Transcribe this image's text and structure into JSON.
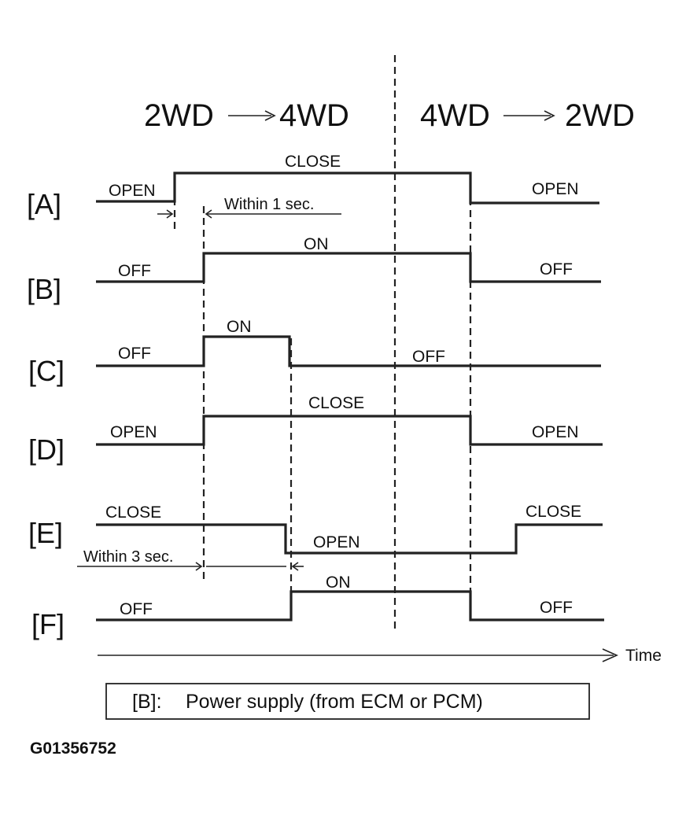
{
  "headings": {
    "left_from": "2WD",
    "left_to": "4WD",
    "right_from": "4WD",
    "right_to": "2WD"
  },
  "rows": {
    "a": {
      "label": "[A]",
      "s1": "OPEN",
      "s2": "CLOSE",
      "s3": "OPEN"
    },
    "b": {
      "label": "[B]",
      "s1": "OFF",
      "s2": "ON",
      "s3": "OFF"
    },
    "c": {
      "label": "[C]",
      "s1": "OFF",
      "s2": "ON",
      "s3": "OFF"
    },
    "d": {
      "label": "[D]",
      "s1": "OPEN",
      "s2": "CLOSE",
      "s3": "OPEN"
    },
    "e": {
      "label": "[E]",
      "s1": "CLOSE",
      "s2": "OPEN",
      "s3": "CLOSE"
    },
    "f": {
      "label": "[F]",
      "s1": "OFF",
      "s2": "ON",
      "s3": "OFF"
    }
  },
  "notes": {
    "within_1": "Within 1 sec.",
    "within_3": "Within 3 sec."
  },
  "time_axis_label": "Time",
  "legend_key": "[B]:",
  "legend_text": "Power supply (from ECM or PCM)",
  "figure_id": "G01356752"
}
